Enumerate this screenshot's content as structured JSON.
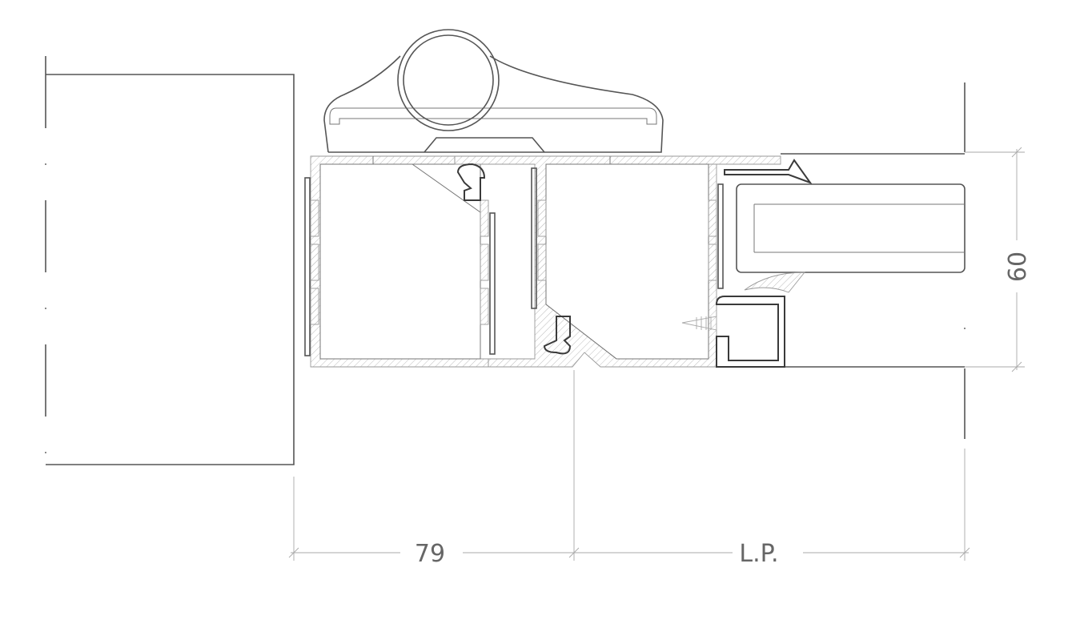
{
  "dimensions": {
    "frame_width": "79",
    "light_passage": "L.P.",
    "profile_depth": "60"
  },
  "colors": {
    "line": "#555555",
    "hatch": "#bdbdbd",
    "text": "#666666"
  }
}
